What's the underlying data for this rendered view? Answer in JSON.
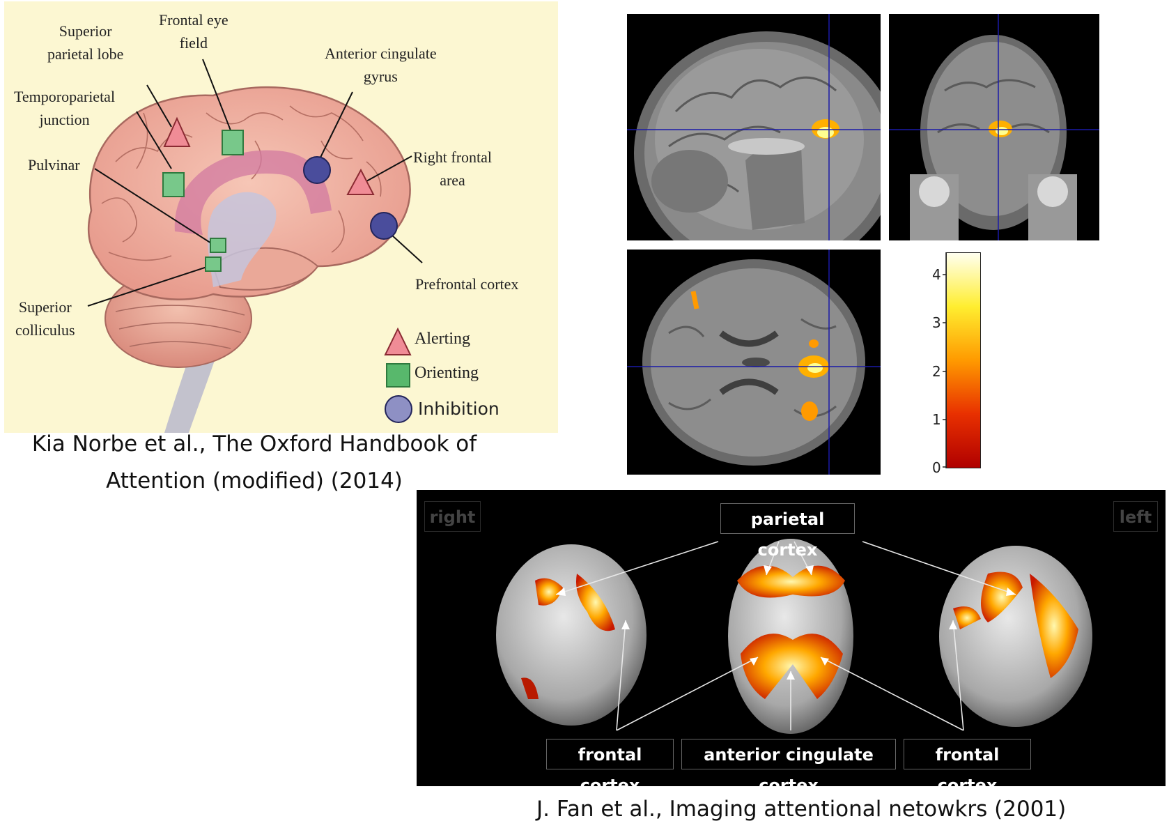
{
  "brain_diagram": {
    "labels": {
      "superior_parietal_lobe": [
        "Superior",
        "parietal lobe"
      ],
      "frontal_eye_field": [
        "Frontal eye",
        "field"
      ],
      "anterior_cingulate_gyrus": [
        "Anterior cingulate",
        "gyrus"
      ],
      "temporoparietal_junction": [
        "Temporoparietal",
        "junction"
      ],
      "pulvinar": "Pulvinar",
      "right_frontal_area": [
        "Right frontal",
        "area"
      ],
      "prefrontal_cortex": "Prefrontal cortex",
      "superior_colliculus": [
        "Superior",
        "colliculus"
      ]
    },
    "legend": [
      {
        "shape": "triangle-icon",
        "label": "Alerting",
        "color": "#e8707e"
      },
      {
        "shape": "square-icon",
        "label": "Orienting",
        "color": "#58b86c"
      },
      {
        "shape": "circle-icon",
        "label": "Inhibition",
        "color": "#3d3f8a"
      }
    ],
    "caption": [
      "Kia Norbe et al., The Oxford Handbook of",
      "Attention (modified) (2014)"
    ]
  },
  "mri": {
    "colorbar_ticks": [
      "0",
      "1",
      "2",
      "3",
      "4"
    ],
    "colorbar_colors": [
      "#b00000",
      "#e83000",
      "#ff9a00",
      "#ffee30",
      "#fffff0"
    ]
  },
  "renders": {
    "side_labels": {
      "right": "right",
      "left": "left"
    },
    "labels": {
      "parietal": "parietal cortex",
      "frontal_right": "frontal cortex",
      "acc": "anterior cingulate cortex",
      "frontal_left": "frontal cortex"
    },
    "caption": "J. Fan et al., Imaging attentional netowkrs (2001)"
  }
}
